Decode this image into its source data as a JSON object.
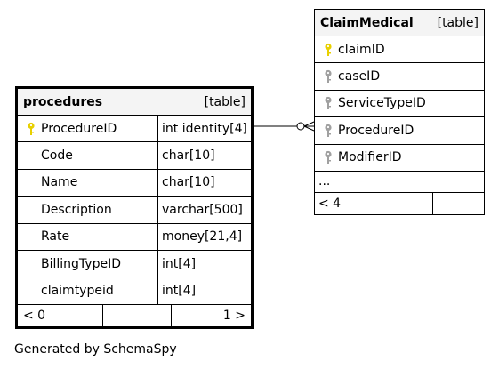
{
  "tables": {
    "procedures": {
      "name": "procedures",
      "kind": "[table]",
      "columns": [
        {
          "name": "ProcedureID",
          "type": "int identity[4]",
          "key": "primary"
        },
        {
          "name": "Code",
          "type": "char[10]",
          "key": ""
        },
        {
          "name": "Name",
          "type": "char[10]",
          "key": ""
        },
        {
          "name": "Description",
          "type": "varchar[500]",
          "key": ""
        },
        {
          "name": "Rate",
          "type": "money[21,4]",
          "key": ""
        },
        {
          "name": "BillingTypeID",
          "type": "int[4]",
          "key": ""
        },
        {
          "name": "claimtypeid",
          "type": "int[4]",
          "key": ""
        }
      ],
      "footer": {
        "parents": "< 0",
        "children": "1 >"
      }
    },
    "claimmedical": {
      "name": "ClaimMedical",
      "kind": "[table]",
      "columns": [
        {
          "name": "claimID",
          "key": "primary"
        },
        {
          "name": "caseID",
          "key": "foreign"
        },
        {
          "name": "ServiceTypeID",
          "key": "foreign"
        },
        {
          "name": "ProcedureID",
          "key": "foreign"
        },
        {
          "name": "ModifierID",
          "key": "foreign"
        }
      ],
      "more": "...",
      "footer": {
        "parents": "< 4"
      }
    }
  },
  "colors": {
    "primary_key": "#e8d000",
    "foreign_key": "#a0a0a0",
    "header_bg": "#f4f4f4"
  },
  "caption": "Generated by SchemaSpy"
}
